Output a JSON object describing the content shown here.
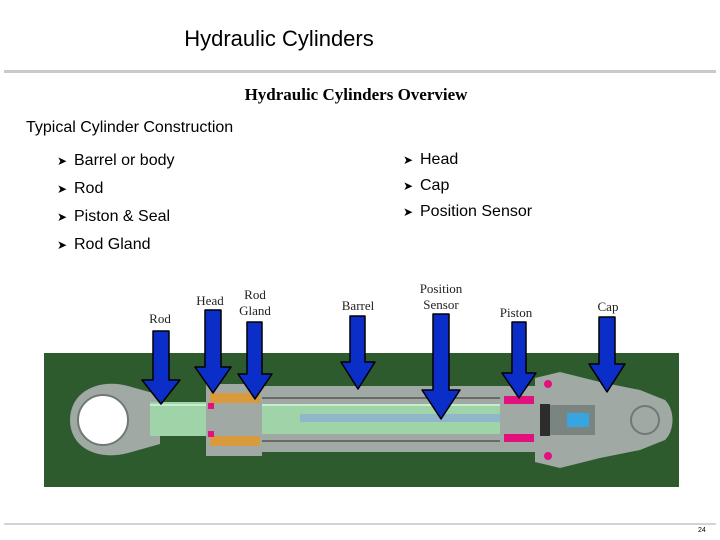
{
  "header": {
    "title": "Hydraulic Cylinders"
  },
  "slide": {
    "subtitle": "Hydraulic Cylinders Overview",
    "section_heading": "Typical Cylinder Construction",
    "bullets_left": [
      "Barrel or body",
      "Rod",
      "Piston & Seal",
      "Rod Gland"
    ],
    "bullets_right": [
      "Head",
      "Cap",
      "Position Sensor"
    ]
  },
  "diagram": {
    "labels": {
      "rod": "Rod",
      "head": "Head",
      "rod_gland": "Rod Gland",
      "barrel": "Barrel",
      "position_sensor": "Position Sensor",
      "piston": "Piston",
      "cap": "Cap"
    },
    "colors": {
      "frame": "#2e5b2e",
      "body": "#a0a9a4",
      "rod": "#9fd4a8",
      "arrow": "#0b2ec8",
      "seal": "#e3117e",
      "gland": "#d99a3d"
    }
  },
  "footer": {
    "page_number": "24"
  }
}
